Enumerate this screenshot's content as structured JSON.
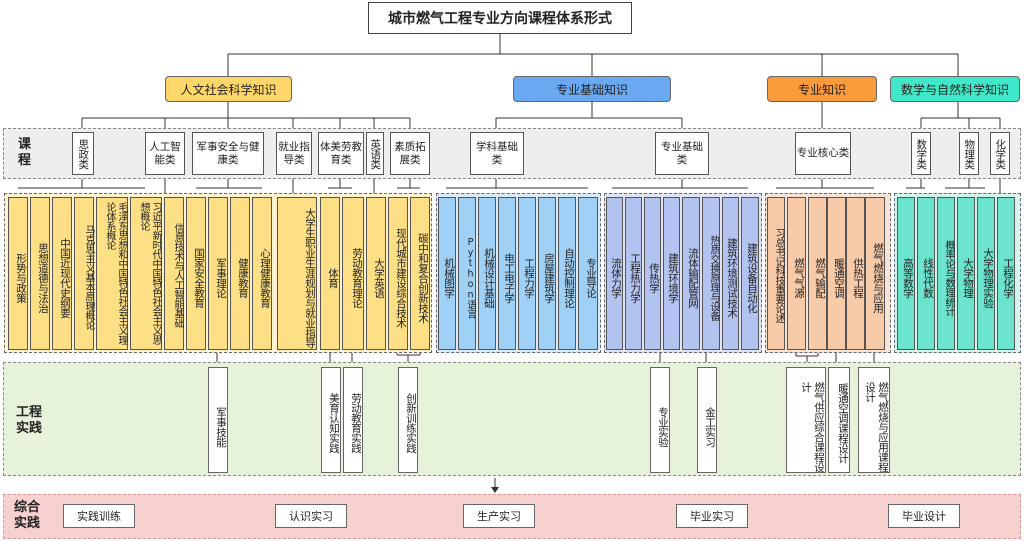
{
  "title": "城市燃气工程专业方向课程体系形式",
  "categories": [
    {
      "label": "人文社会科学知识",
      "color": "#fdd66a"
    },
    {
      "label": "专业基础知识",
      "color": "#6aa8f2"
    },
    {
      "label": "专业知识",
      "color": "#f99a3b"
    },
    {
      "label": "数学与自然科学知识",
      "color": "#3fe8c8"
    }
  ],
  "rows": {
    "courses": "课程",
    "eng": "工程实践",
    "comp": "综合实践"
  },
  "groups": [
    "思政类",
    "人工智能类",
    "军事安全与健康类",
    "就业指导类",
    "体美劳教育类",
    "英语类",
    "素质拓展类",
    "学科基础类",
    "专业基础类",
    "专业核心类",
    "数学类",
    "物理类",
    "化学类"
  ],
  "courses": {
    "humanities": [
      "形势与政策",
      "思想道德与法治",
      "中国近现代史纲要",
      "马克思主义基本原理概论",
      "毛泽东思想和中国特色社会主义理论体系概论",
      "习近平新时代中国特色社会主义思想概论",
      "信息技术与人工智能基础",
      "国家安全教育",
      "军事理论",
      "健康教育",
      "心理健康教育",
      "大学生职业生涯规划与就业指导",
      "体育",
      "劳动教育理论",
      "大学英语",
      "现代城市建设综合技术",
      "碳中和复合创新技术"
    ],
    "discipline": [
      "机械图学",
      "Python语言",
      "机械设计基础",
      "电工电子学",
      "工程力学",
      "房屋建筑学",
      "自动控制理论",
      "专业导论"
    ],
    "professional_basic": [
      "流体力学",
      "工程热力学",
      "传热学",
      "建筑环境学",
      "流体输配管网",
      "热质交换原理与设备",
      "建筑环境测试技术",
      "建筑设备自动化"
    ],
    "core": [
      "习总书记科技重要论述",
      "燃气气源",
      "燃气输配",
      "暖通空调",
      "供热工程",
      "燃气燃烧与应用"
    ],
    "math": [
      "高等数学",
      "线性代数",
      "概率论与数理统计",
      "大学物理",
      "大学物理实验",
      "工程化学"
    ]
  },
  "practice": [
    "军事技能",
    "美育认知实践",
    "劳动教育实践",
    "创新训练实践",
    "专业实验",
    "金工实习",
    "燃气供应综合课程设计",
    "暖通空调课程设计",
    "燃气燃烧与应用课程设计"
  ],
  "comprehensive": [
    "实践训练",
    "认识实习",
    "生产实习",
    "毕业实习",
    "毕业设计"
  ]
}
